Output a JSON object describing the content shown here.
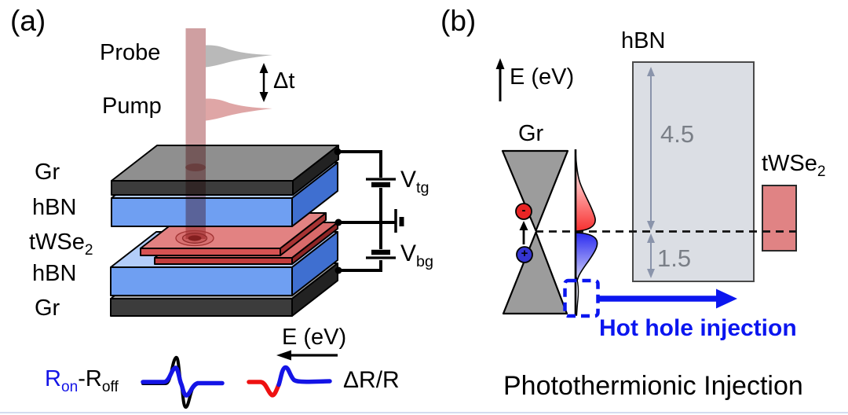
{
  "panel_a": {
    "label": "(a)",
    "probe": "Probe",
    "pump": "Pump",
    "delay": "Δt",
    "layers": [
      {
        "base": "Gr",
        "sub": ""
      },
      {
        "base": "hBN",
        "sub": ""
      },
      {
        "base": "tWSe",
        "sub": "2"
      },
      {
        "base": "hBN",
        "sub": ""
      },
      {
        "base": "Gr",
        "sub": ""
      }
    ],
    "gates": {
      "top": {
        "base": "V",
        "sub": "tg"
      },
      "bottom": {
        "base": "V",
        "sub": "bg"
      }
    },
    "signal": {
      "r_on": {
        "base": "R",
        "sub": "on"
      },
      "minus": "-",
      "r_off": {
        "base": "R",
        "sub": "off"
      },
      "axis_label": "E (eV)",
      "delta_r": "ΔR/R"
    }
  },
  "panel_b": {
    "label": "(b)",
    "energy_axis": "E (eV)",
    "graphene": "Gr",
    "hbn": "hBN",
    "barrier_above_ev": "4.5",
    "barrier_below_ev": "1.5",
    "twse2": {
      "base": "tWSe",
      "sub": "2"
    },
    "electron_symbol": "-",
    "hole_symbol": "+",
    "hot_hole": "Hot hole injection",
    "caption": "Photothermionic Injection"
  },
  "colors": {
    "laser_pink": "#cf9fa1",
    "hbn_front_blue": "#6f9ff2",
    "hbn_top_blue": "#b3cdf9",
    "graphene_dark": "#3c3c3c",
    "twse2_red": "#e08384",
    "barrier_box_grey": "#dbdee4",
    "injection_blue": "#0b16ef",
    "signal_red": "#ee1111",
    "signal_blue": "#1414e6",
    "value_grey": "#7a7f87"
  }
}
